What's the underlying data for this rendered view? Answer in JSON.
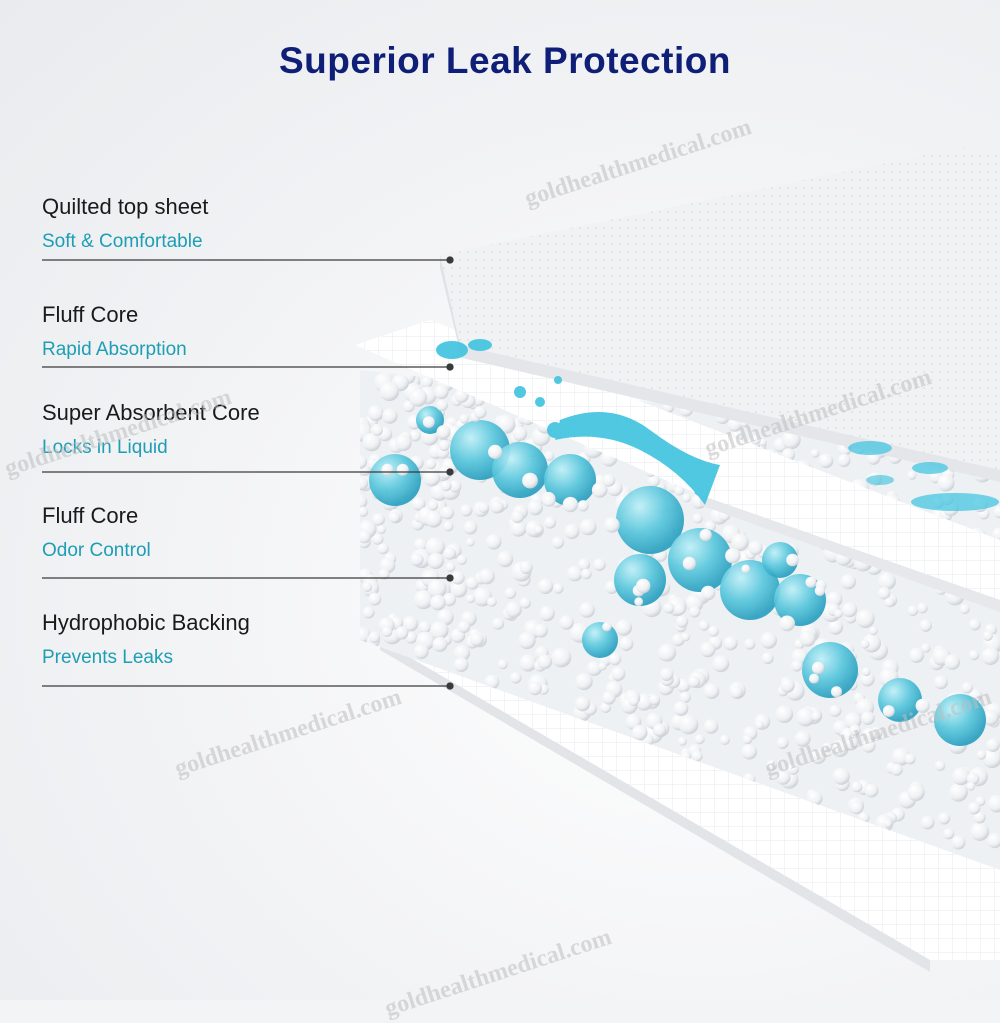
{
  "title": "Superior Leak Protection",
  "layers": [
    {
      "name": "Quilted top sheet",
      "desc": "Soft & Comfortable"
    },
    {
      "name": "Fluff Core",
      "desc": "Rapid Absorption"
    },
    {
      "name": "Super Absorbent Core",
      "desc": "Locks in Liquid"
    },
    {
      "name": "Fluff Core",
      "desc": "Odor Control"
    },
    {
      "name": "Hydrophobic Backing",
      "desc": "Prevents Leaks"
    }
  ],
  "watermark": "goldhealthmedical.com",
  "colors": {
    "title": "#0f1f78",
    "layer_name": "#1a1a1a",
    "layer_desc": "#1d9eb5",
    "liquid": "#3fc3de"
  }
}
